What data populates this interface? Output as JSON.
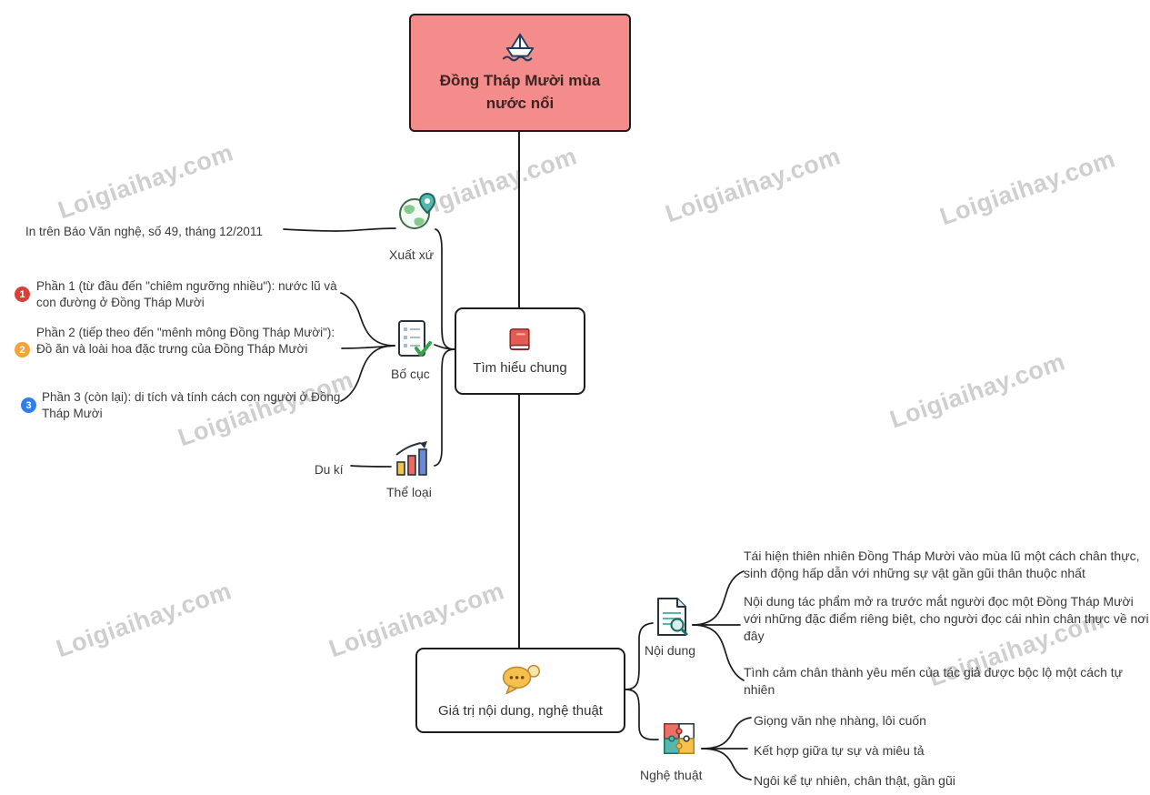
{
  "watermark": "Loigiaihay.com",
  "root": {
    "title": "Đồng Tháp Mười mùa nước nổi",
    "fill": "#f58c8c",
    "icon": "paper-boat-icon"
  },
  "general": {
    "title": "Tìm hiểu chung",
    "icon": "red-book-icon",
    "origin": {
      "label": "Xuất xứ",
      "icon": "globe-pin-icon",
      "text": "In trên Báo Văn nghệ, số 49, tháng 12/2011"
    },
    "layout": {
      "label": "Bố cục",
      "icon": "checklist-icon",
      "parts": [
        {
          "number": "1",
          "color": "#d8403a",
          "text": "Phần 1 (từ đầu đến \"chiêm ngưỡng nhiều\"): nước lũ và con đường ở Đồng Tháp Mười"
        },
        {
          "number": "2",
          "color": "#f2a33c",
          "text": "Phần 2 (tiếp theo đến \"mênh mông Đồng Tháp Mười\"): Đồ ăn và loài hoa đặc trưng của Đồng Tháp Mười"
        },
        {
          "number": "3",
          "color": "#2d7ff0",
          "text": "Phần 3 (còn lại): di tích và tính cách con người ở Đồng Tháp Mười"
        }
      ]
    },
    "genre": {
      "label": "Thể loại",
      "icon": "bar-chart-icon",
      "text": "Du kí"
    }
  },
  "values": {
    "title": "Giá trị nội dung, nghệ thuật",
    "icon": "chat-bubbles-icon",
    "content": {
      "label": "Nội dung",
      "icon": "document-search-icon",
      "items": [
        "Tái hiện thiên nhiên Đồng Tháp Mười vào mùa lũ một cách chân thực, sinh động hấp dẫn với những sự vật gần gũi thân thuộc nhất",
        "Nội dung tác phẩm mở ra trước mắt người đọc một Đồng Tháp Mười với những đặc điểm riêng biệt, cho người đọc cái nhìn chân thực về nơi đây",
        "Tình cảm chân thành yêu mến của tác giả được bộc lộ một cách tự nhiên"
      ]
    },
    "art": {
      "label": "Nghệ thuật",
      "icon": "puzzle-icon",
      "items": [
        "Giọng văn nhẹ nhàng, lôi cuốn",
        "Kết hợp giữa tự sự và miêu tả",
        "Ngôi kể tự nhiên, chân thật, gần gũi"
      ]
    }
  }
}
